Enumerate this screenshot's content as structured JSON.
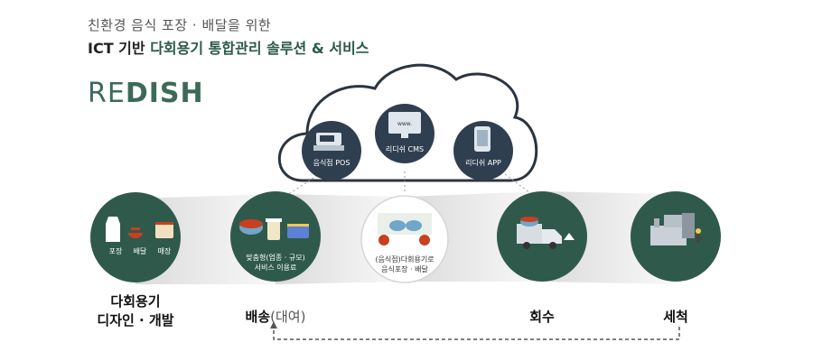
{
  "header": {
    "subtitle": "친환경 음식 포장 · 배달을 위한",
    "title_prefix": "ICT 기반",
    "title_main": "다회용기 통합관리 솔루션 & 서비스"
  },
  "brand": {
    "re": "RE",
    "dish": "DISH"
  },
  "cloud": {
    "items": [
      {
        "label": "음식점 POS"
      },
      {
        "label": "리디쉬 CMS"
      },
      {
        "label": "리디쉬 APP"
      }
    ],
    "monitor_text": "www."
  },
  "stages": {
    "design": {
      "icon_labels": [
        "포장",
        "배달",
        "매장"
      ],
      "label_line1": "다회용기",
      "label_line2": "디자인 · 개발"
    },
    "delivery": {
      "circle_line1": "맞춤형(업종 · 규모)",
      "circle_line2": "서비스 이용료",
      "label_bold": "배송",
      "label_light": "(대여)"
    },
    "restaurant": {
      "circle_line1": "(음식점)다회용기로",
      "circle_line2": "음식포장 · 배달"
    },
    "collect": {
      "label": "회수"
    },
    "wash": {
      "label": "세척"
    }
  },
  "colors": {
    "primary": "#2f5a4b",
    "accent": "#c8401f",
    "cloud_stroke": "#2b3540"
  }
}
